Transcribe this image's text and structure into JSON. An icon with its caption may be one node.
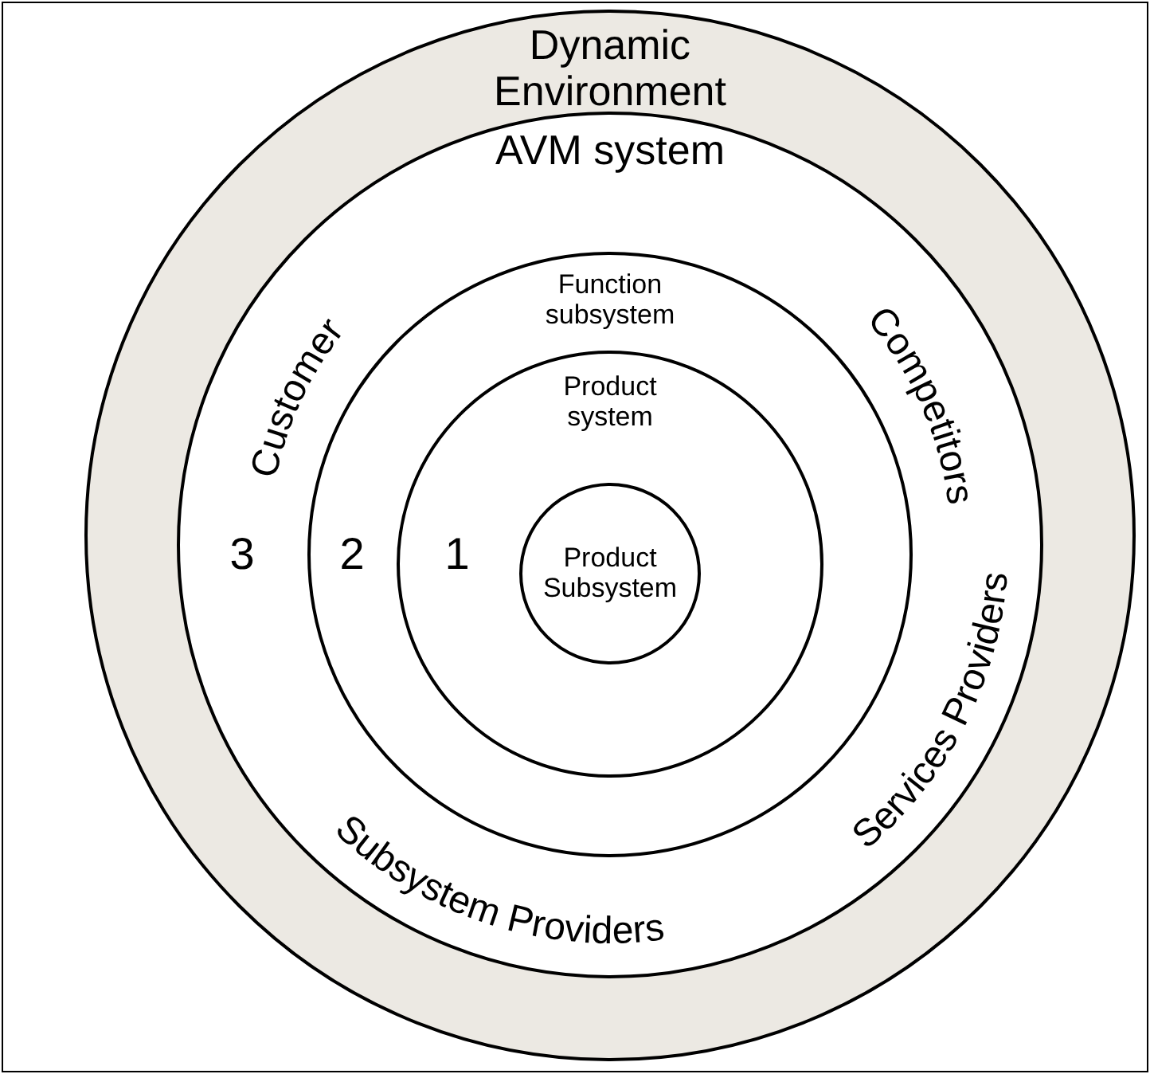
{
  "diagram": {
    "nodes": [
      {
        "text": [
          "Dynamic Environment"
        ]
      },
      {
        "text": [
          "AVM system",
          "Customer",
          "Competitors",
          "Subsystem Providers",
          "Services Providers"
        ],
        "in": 0
      },
      {
        "text": [
          "Function subsystem"
        ],
        "in": 1
      },
      {
        "text": [
          "Product system"
        ],
        "in": 2
      },
      {
        "text": [
          "Product Subsystem"
        ],
        "in": 3
      }
    ],
    "edges": [],
    "labels": [
      "3",
      "2",
      "1"
    ]
  }
}
